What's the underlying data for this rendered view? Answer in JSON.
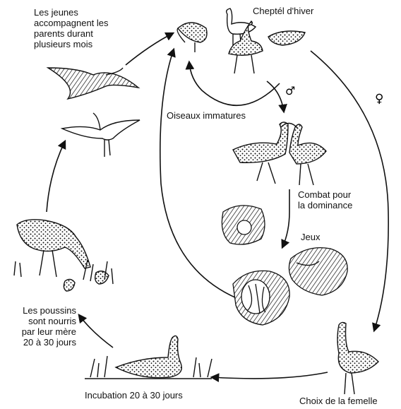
{
  "labels": {
    "jeunes": "Les jeunes\naccompagnent les\nparents durant\nplusieurs mois",
    "cheptel": "Cheptél d'hiver",
    "immatures": "Oiseaux immatures",
    "combat": "Combat pour\nla dominance",
    "jeux": "Jeux",
    "poussins": "Les poussins\nsont nourris\npar leur mère\n20 à 30 jours",
    "incubation": "Incubation 20 à 30 jours",
    "choix": "Choix de la femelle"
  },
  "symbols": {
    "male": "♂",
    "female": "♀"
  }
}
